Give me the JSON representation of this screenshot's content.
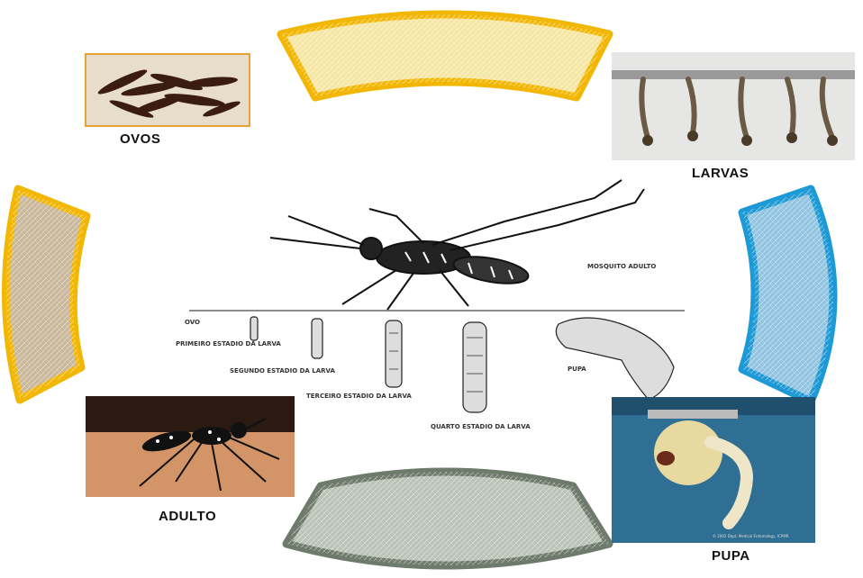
{
  "stages": {
    "eggs": {
      "label": "OVOS"
    },
    "larvae": {
      "label": "LARVAS"
    },
    "pupa": {
      "label": "PUPA"
    },
    "adult": {
      "label": "ADULTO"
    }
  },
  "center_diagram": {
    "adult_label": "MOSQUITO ADULTO",
    "egg_label": "OVO",
    "first_instar": "PRIMEIRO ESTADIO DA LARVA",
    "second_instar": "SEGUNDO ESTADIO DA LARVA",
    "third_instar": "TERCEIRO ESTADIO DA LARVA",
    "fourth_instar": "QUARTO ESTADIO DA LARVA",
    "pupa_label": "PUPA"
  },
  "photo_credit": "© 2002 Dept. Medical Entomology, ICPMR",
  "colors": {
    "yellow_band": "#f2b705",
    "yellow_fill_top": "#f5e6a3",
    "yellow_fill_left": "#c9b79a",
    "blue_band": "#1d9ad6",
    "blue_fill": "#8fc3e0",
    "gray_band": "#6e7a6c",
    "gray_fill": "#b9c2b6"
  }
}
